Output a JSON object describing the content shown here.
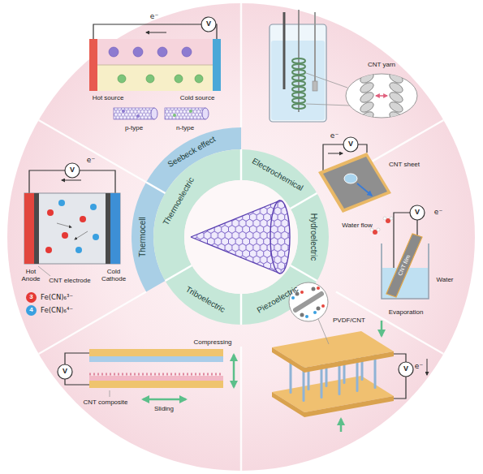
{
  "diagram": {
    "nodes": [
      {
        "text": [
          "Seebeck effect"
        ]
      },
      {
        "text": [
          "Thermoelectric"
        ]
      },
      {
        "text": [
          "Thermocell"
        ]
      },
      {
        "text": [
          "Electrochemical"
        ]
      },
      {
        "text": [
          "Hydroelectric"
        ]
      },
      {
        "text": [
          "Piezoelectric"
        ]
      },
      {
        "text": [
          "Triboelectric"
        ]
      }
    ],
    "labels": [
      "Hot source",
      "Cold source",
      "p-type",
      "n-type",
      "e⁻",
      "V",
      "CNT yarn",
      "CNT sheet",
      "e⁻",
      "V",
      "Water flow",
      "e⁻",
      "V",
      "CNT film",
      "Water",
      "Evaporation",
      "PVDF/CNT",
      "V",
      "e⁻",
      "Compressing",
      "Sliding",
      "CNT composite",
      "V",
      "e⁻",
      "V",
      "Hot Anode",
      "CNT electrode",
      "Cold Cathode",
      "3",
      "4"
    ],
    "legend": [
      {
        "text": "Fe(CN)₆³⁻",
        "color": "#e53935"
      },
      {
        "text": "Fe(CN)₆⁴⁻",
        "color": "#3aa0e0"
      }
    ]
  }
}
